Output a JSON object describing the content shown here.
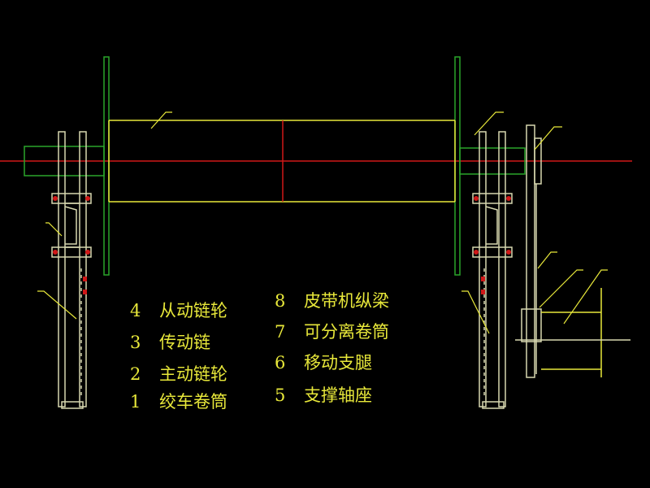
{
  "colors": {
    "background": "#000000",
    "frame": "#d8d8b0",
    "drum": "#e8e83a",
    "wall": "#2aa52a",
    "axis": "#d01818",
    "leader": "#e8e83a",
    "bolt": "#d01818"
  },
  "legend": {
    "left": [
      {
        "num": "4",
        "label": "从动链轮"
      },
      {
        "num": "3",
        "label": "传动链"
      },
      {
        "num": "2",
        "label": "主动链轮"
      },
      {
        "num": "1",
        "label": "绞车卷筒"
      }
    ],
    "right": [
      {
        "num": "8",
        "label": "皮带机纵梁"
      },
      {
        "num": "7",
        "label": "可分离卷筒"
      },
      {
        "num": "6",
        "label": "移动支腿"
      },
      {
        "num": "5",
        "label": "支撑轴座"
      }
    ]
  }
}
